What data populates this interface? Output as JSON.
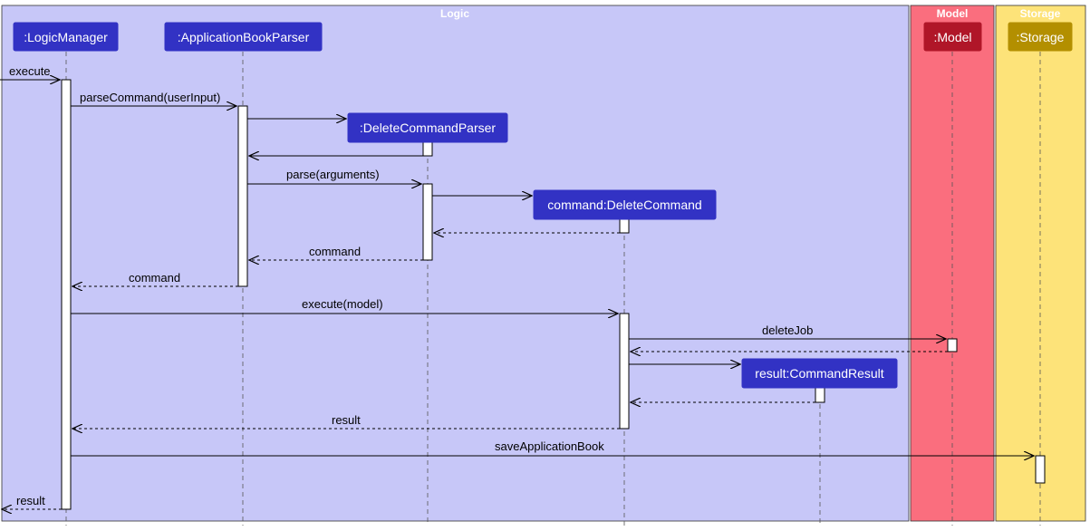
{
  "colors": {
    "logic_bg": "#c7c7f8",
    "model_bg": "#fa6e7e",
    "storage_bg": "#fde379",
    "logic_title": "#ffffff",
    "model_title": "#ffffff",
    "storage_title": "#ffffff",
    "logic_participant": "#3232c4",
    "model_participant": "#b01628",
    "storage_participant": "#b38f00",
    "line": "#000000"
  },
  "boxes": [
    {
      "id": "logic",
      "title": "Logic"
    },
    {
      "id": "model",
      "title": "Model"
    },
    {
      "id": "storage",
      "title": "Storage"
    }
  ],
  "participants": [
    {
      "id": "lm",
      "label": ":LogicManager",
      "group": "logic"
    },
    {
      "id": "abp",
      "label": ":ApplicationBookParser",
      "group": "logic"
    },
    {
      "id": "dcp",
      "label": ":DeleteCommandParser",
      "group": "logic"
    },
    {
      "id": "dc",
      "label": "command:DeleteCommand",
      "group": "logic"
    },
    {
      "id": "cr",
      "label": "result:CommandResult",
      "group": "logic"
    },
    {
      "id": "model",
      "label": ":Model",
      "group": "model"
    },
    {
      "id": "storage",
      "label": ":Storage",
      "group": "storage"
    }
  ],
  "messages": [
    {
      "label": "execute",
      "from": "ext",
      "to": "lm",
      "kind": "call"
    },
    {
      "label": "parseCommand(userInput)",
      "from": "lm",
      "to": "abp",
      "kind": "call"
    },
    {
      "label": "",
      "from": "abp",
      "to": "dcp",
      "kind": "create"
    },
    {
      "label": "",
      "from": "dcp",
      "to": "abp",
      "kind": "return-solid"
    },
    {
      "label": "parse(arguments)",
      "from": "abp",
      "to": "dcp",
      "kind": "call"
    },
    {
      "label": "",
      "from": "dcp",
      "to": "dc",
      "kind": "create"
    },
    {
      "label": "",
      "from": "dc",
      "to": "dcp",
      "kind": "return"
    },
    {
      "label": "command",
      "from": "dcp",
      "to": "abp",
      "kind": "return"
    },
    {
      "label": "command",
      "from": "abp",
      "to": "lm",
      "kind": "return"
    },
    {
      "label": "execute(model)",
      "from": "lm",
      "to": "dc",
      "kind": "call"
    },
    {
      "label": "deleteJob",
      "from": "dc",
      "to": "model",
      "kind": "call"
    },
    {
      "label": "",
      "from": "model",
      "to": "dc",
      "kind": "return"
    },
    {
      "label": "",
      "from": "dc",
      "to": "cr",
      "kind": "create"
    },
    {
      "label": "",
      "from": "cr",
      "to": "dc",
      "kind": "return"
    },
    {
      "label": "result",
      "from": "dc",
      "to": "lm",
      "kind": "return"
    },
    {
      "label": "saveApplicationBook",
      "from": "lm",
      "to": "storage",
      "kind": "call"
    },
    {
      "label": "result",
      "from": "lm",
      "to": "ext",
      "kind": "return"
    }
  ]
}
